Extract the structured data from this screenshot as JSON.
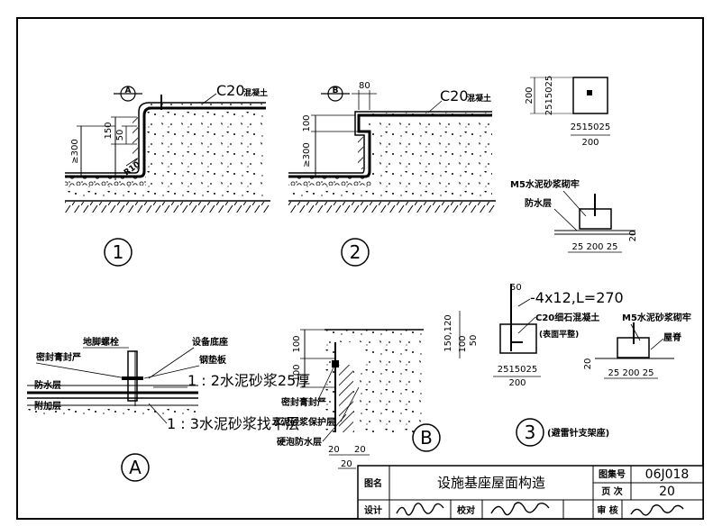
{
  "detail1": {
    "marker": "A",
    "material": "C20",
    "material_note": "混凝土",
    "dim_150": "150",
    "dim_50": "50",
    "dim_300": "≥300",
    "dim_r10": "R10",
    "number": "1"
  },
  "detail2": {
    "marker": "B",
    "material": "C20",
    "material_note": "混凝土",
    "dim_80": "80",
    "dim_100": "100",
    "dim_300": "≥300",
    "number": "2"
  },
  "detailA": {
    "marker": "A",
    "anchor_bolt": "地脚螺栓",
    "equipment_base": "设备底座",
    "sealant": "密封膏封严",
    "steel_plate": "钢垫板",
    "mortar_25": "1 : 2水泥砂浆25厚",
    "waterproof": "防水层",
    "extra_layer": "附加层",
    "leveling": "1 : 3水泥砂浆找平层"
  },
  "detailB": {
    "marker": "B",
    "dim_100a": "100",
    "dim_100b": "100",
    "sealant": "密封膏封严",
    "protection": "水泥砂浆保护层",
    "waterproof": "硬泡防水层",
    "dim_20a": "20",
    "dim_20b": "20",
    "dim_20c": "20"
  },
  "detail3": {
    "top_dim_200": "200",
    "top_dims_v": "2515025",
    "top_dims_h": "2515025",
    "top_dim_200h": "200",
    "mortar_top": "M5水泥砂浆砌牢",
    "waterproof": "防水层",
    "dim_20r": "20",
    "bottom_dims": "25 200 25",
    "dim_50": "50",
    "bar_spec": "-4x12,L=270",
    "concrete": "C20细石混凝土",
    "surface": "(表面平整)",
    "dims_left": "150,120",
    "dim_100": "100",
    "dim_50v": "50",
    "bottom_h": "2515025",
    "bottom_200": "200",
    "mortar_right": "M5水泥砂浆砌牢",
    "parapet": "屋脊",
    "dim_20b": "20",
    "right_dims": "25 200 25",
    "number": "3",
    "caption": "(避雷针支架座)"
  },
  "titleblock": {
    "name_label": "图名",
    "name": "设施基座屋面构造",
    "atlas_label": "图集号",
    "atlas": "06J018",
    "page_label": "页 次",
    "page": "20",
    "design_label": "设计",
    "check_label": "校对",
    "review_label": "审 核"
  }
}
